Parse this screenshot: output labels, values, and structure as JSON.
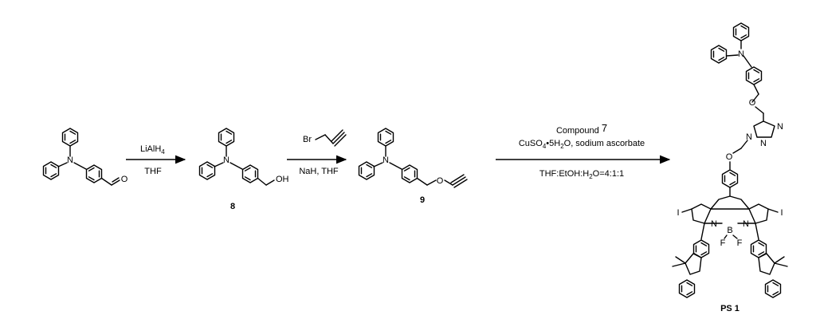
{
  "compounds": {
    "aldehyde": {
      "atom_n": "N",
      "atom_o": "O"
    },
    "c8": {
      "label": "8",
      "atom_n": "N",
      "atom_oh": "OH"
    },
    "c9": {
      "label": "9",
      "atom_n": "N",
      "atom_o": "O"
    },
    "ps1": {
      "label": "PS 1",
      "atom_n": "N",
      "atom_o1": "O",
      "atom_o2": "O",
      "triazole_n1": "N",
      "triazole_n2": "N",
      "triazole_n3": "N",
      "iodo_left": "I",
      "iodo_right": "I",
      "bodipy_n_left": "N",
      "bodipy_b": "B",
      "bodipy_n_right": "N",
      "fluoro_left": "F",
      "fluoro_right": "F"
    }
  },
  "reactions": {
    "step1": {
      "above": "LiAlH",
      "above_sub": "4",
      "below": "THF"
    },
    "step2": {
      "reagent_atom": "Br",
      "below": "NaH, THF"
    },
    "step3": {
      "line1_text": "Compound ",
      "line1_num": "7",
      "line2_a": "CuSO",
      "line2_sub1": "4",
      "line2_b": "•5H",
      "line2_sub2": "2",
      "line2_c": "O, sodium ascorbate",
      "below_a": "THF:EtOH:H",
      "below_sub": "2",
      "below_b": "O=4:1:1"
    }
  }
}
